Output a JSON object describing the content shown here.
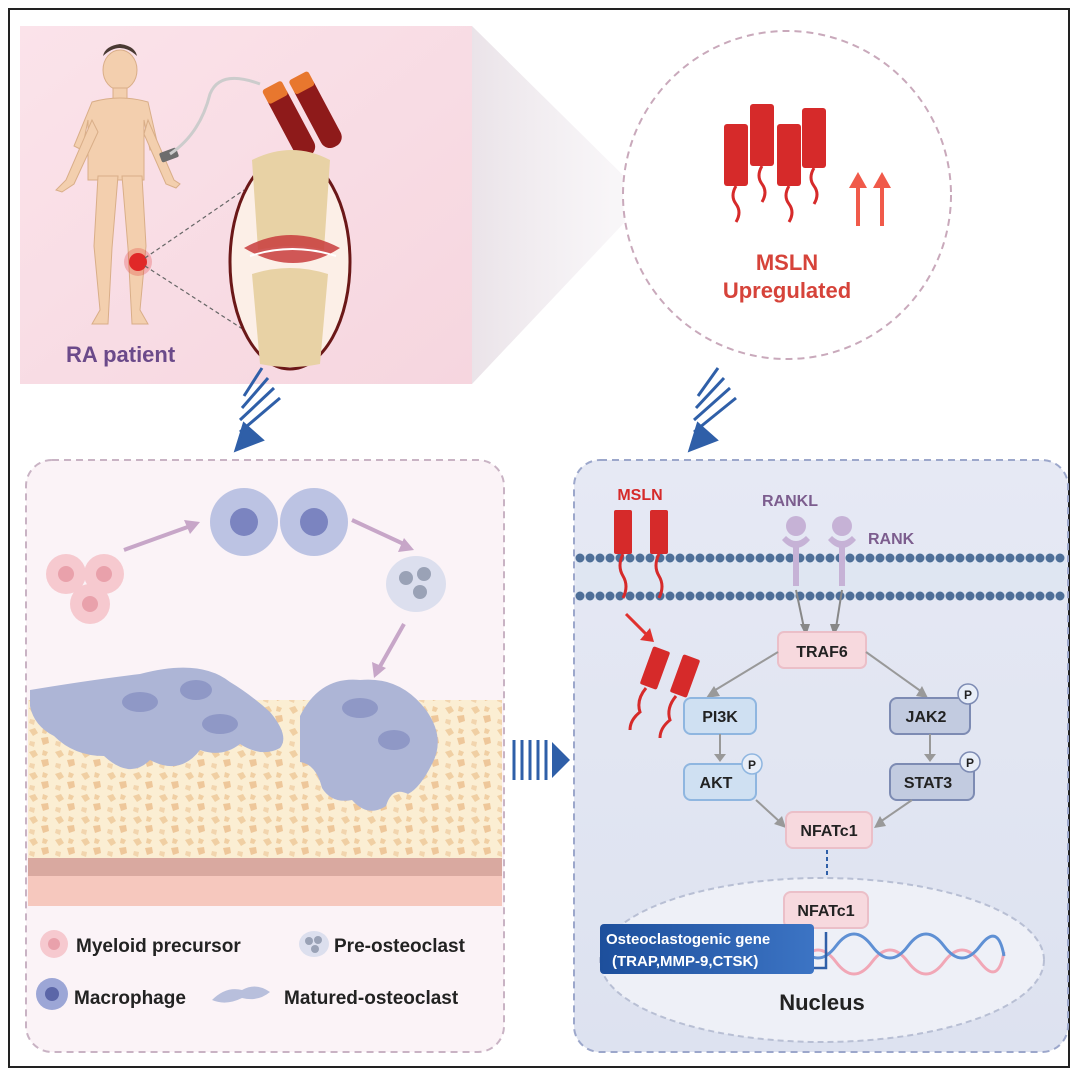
{
  "patient": {
    "label": "RA patient"
  },
  "mesothelin": {
    "name": "MSLN",
    "status": "Upregulated"
  },
  "pathway": {
    "msln_label": "MSLN",
    "rankl_label": "RANKL",
    "rank_label": "RANK",
    "nodes": {
      "traf6": "TRAF6",
      "pi3k": "PI3K",
      "akt": "AKT",
      "jak2": "JAK2",
      "stat3": "STAT3",
      "nfatc1_cyto": "NFATc1",
      "nfatc1_nuc": "NFATc1"
    },
    "phospho": "P",
    "genes_line1": "Osteoclastogenic gene",
    "genes_line2": "(TRAP,MMP-9,CTSK)",
    "nucleus": "Nucleus"
  },
  "legend": {
    "myeloid": "Myeloid precursor",
    "preosteoclast": "Pre-osteoclast",
    "macrophage": "Macrophage",
    "matured": "Matured-osteoclast"
  },
  "colors": {
    "accent_red": "#d62a2a",
    "purple_text": "#6b4a8a",
    "blue_arrow": "#2f5fa8",
    "node_pink": "#f7d9de",
    "node_blue": "#cfe0f2",
    "node_navy": "#c2cbe0"
  }
}
